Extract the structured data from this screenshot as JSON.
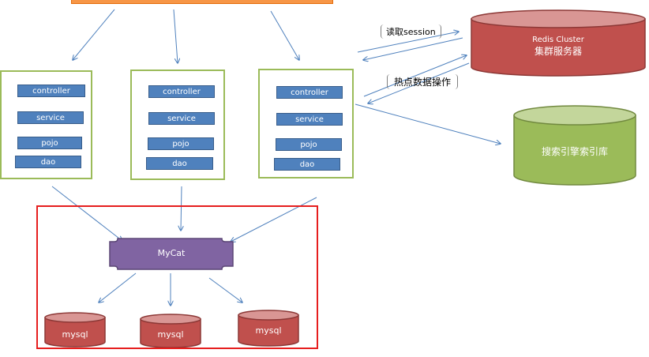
{
  "servers": [
    {
      "layers": [
        "controller",
        "service",
        "pojo",
        "dao"
      ]
    },
    {
      "layers": [
        "controller",
        "service",
        "pojo",
        "dao"
      ]
    },
    {
      "layers": [
        "controller",
        "service",
        "pojo",
        "dao"
      ]
    }
  ],
  "redis": {
    "line1": "Redis Cluster",
    "line2": "集群服务器"
  },
  "search": {
    "label": "搜索引擎索引库"
  },
  "edges": {
    "read_session": "读取session",
    "hot_data": "热点数据操作"
  },
  "mycat": {
    "label": "MyCat"
  },
  "mysql": [
    {
      "label": "mysql"
    },
    {
      "label": "mysql"
    },
    {
      "label": "mysql"
    }
  ],
  "colors": {
    "layer_fill": "#4f81bd",
    "server_border": "#9bbb59",
    "redis_fill": "#c0504d",
    "search_fill": "#9bbb59",
    "mycat_fill": "#8064a2",
    "frame_border": "#e61e1e",
    "top_bar": "#f79646",
    "arrow": "#4f81bd"
  }
}
